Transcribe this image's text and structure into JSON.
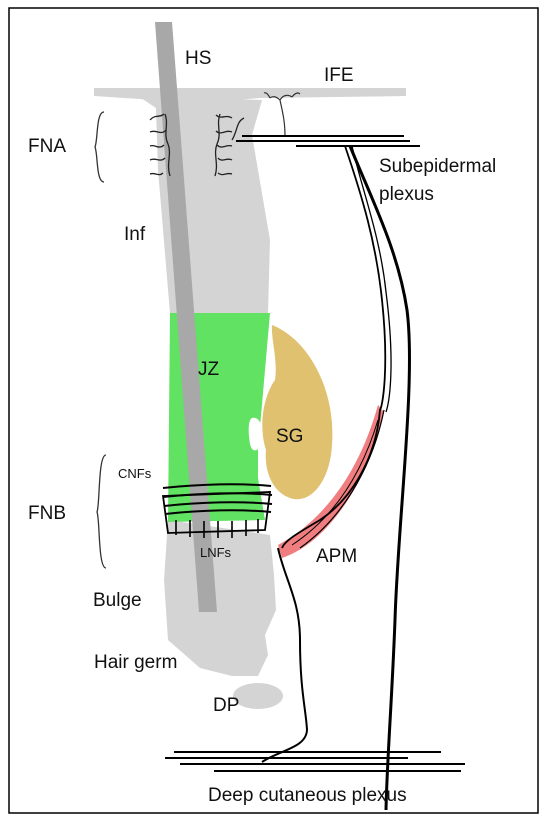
{
  "labels": {
    "hs": "HS",
    "ife": "IFE",
    "fna": "FNA",
    "subepidermal_line1": "Subepidermal",
    "subepidermal_line2": "plexus",
    "inf": "Inf",
    "jz": "JZ",
    "sg": "SG",
    "fnb": "FNB",
    "cnfs": "CNFs",
    "lnfs": "LNFs",
    "apm": "APM",
    "bulge": "Bulge",
    "hair_germ": "Hair germ",
    "dp": "DP",
    "deep_plexus": "Deep cutaneous plexus"
  },
  "colors": {
    "follicle": "#d4d4d4",
    "hair_shaft": "#a8a8a8",
    "junctional_zone": "#62e262",
    "sebaceous_gland": "#dfc170",
    "arrector_pili": "#f07d80",
    "nerve": "#000000"
  }
}
